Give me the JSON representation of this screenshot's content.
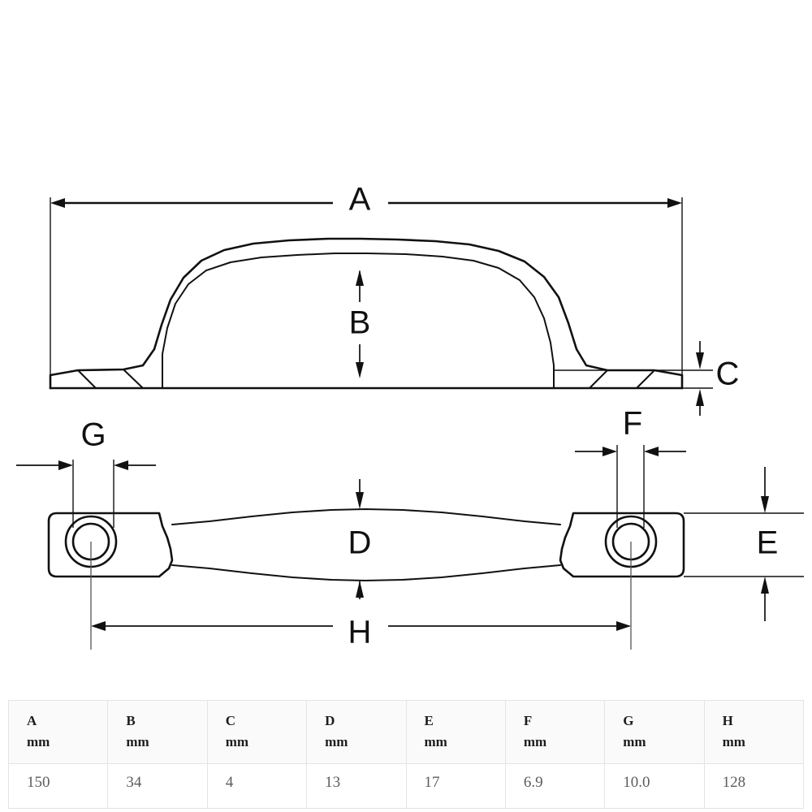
{
  "drawing": {
    "type": "engineering-dimension-drawing",
    "subject": "grab handle / pull handle",
    "views": [
      {
        "name": "side-elevation-view",
        "description": "arched handle profile with mounting feet"
      },
      {
        "name": "plan-view",
        "description": "top-down outline with two mounting pads and fastener holes"
      }
    ],
    "dimension_labels": {
      "A": "A",
      "B": "B",
      "C": "C",
      "D": "D",
      "E": "E",
      "F": "F",
      "G": "G",
      "H": "H"
    },
    "line_color": "#111111",
    "background_color": "#ffffff"
  },
  "table": {
    "name": "dimension-table",
    "unit": "mm",
    "columns": [
      {
        "key": "A",
        "label": "A",
        "unit": "mm"
      },
      {
        "key": "B",
        "label": "B",
        "unit": "mm"
      },
      {
        "key": "C",
        "label": "C",
        "unit": "mm"
      },
      {
        "key": "D",
        "label": "D",
        "unit": "mm"
      },
      {
        "key": "E",
        "label": "E",
        "unit": "mm"
      },
      {
        "key": "F",
        "label": "F",
        "unit": "mm"
      },
      {
        "key": "G",
        "label": "G",
        "unit": "mm"
      },
      {
        "key": "H",
        "label": "H",
        "unit": "mm"
      }
    ],
    "rows": [
      {
        "A": "150",
        "B": "34",
        "C": "4",
        "D": "13",
        "E": "17",
        "F": "6.9",
        "G": "10.0",
        "H": "128"
      }
    ]
  },
  "chart_data": {
    "type": "table",
    "title": "",
    "categories": [
      "A",
      "B",
      "C",
      "D",
      "E",
      "F",
      "G",
      "H"
    ],
    "values": [
      150,
      34,
      4,
      13,
      17,
      6.9,
      10.0,
      128
    ],
    "units": "mm",
    "xlabel": "Dimension",
    "ylabel": "mm"
  }
}
